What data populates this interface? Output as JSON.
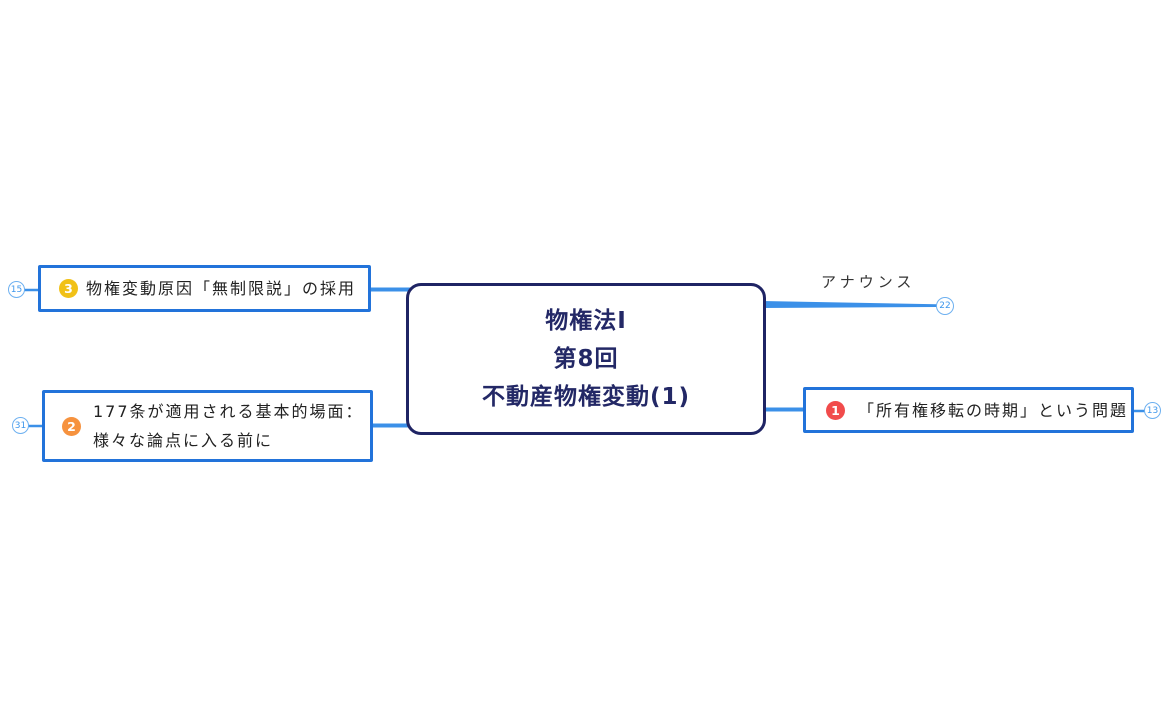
{
  "app": {
    "type": "mindmap"
  },
  "colors": {
    "root_border": "#1f2464",
    "root_text": "#232866",
    "branch_border_blue": "#2273da",
    "connector_blue": "#3b90e8",
    "count_badge_blue": "#3f97ec",
    "priority1_red": "#f14b4b",
    "priority2_orange": "#f6923e",
    "priority3_yellow": "#f1c117",
    "background": "#ffffff"
  },
  "root_node": {
    "lines": [
      "物権法Ⅰ",
      "第8回",
      "不動産物権変動(1)"
    ]
  },
  "branches": {
    "announce": {
      "label": "アナウンス",
      "count_badge": "22"
    },
    "priority1": {
      "priority": "1",
      "label": "「所有権移転の時期」という問題",
      "count_badge": "13"
    },
    "priority2": {
      "priority": "2",
      "label": "177条が適用される基本的場面：\n様々な論点に入る前に",
      "count_badge": "31"
    },
    "priority3": {
      "priority": "3",
      "label": "物権変動原因「無制限説」の採用",
      "count_badge": "15"
    }
  }
}
